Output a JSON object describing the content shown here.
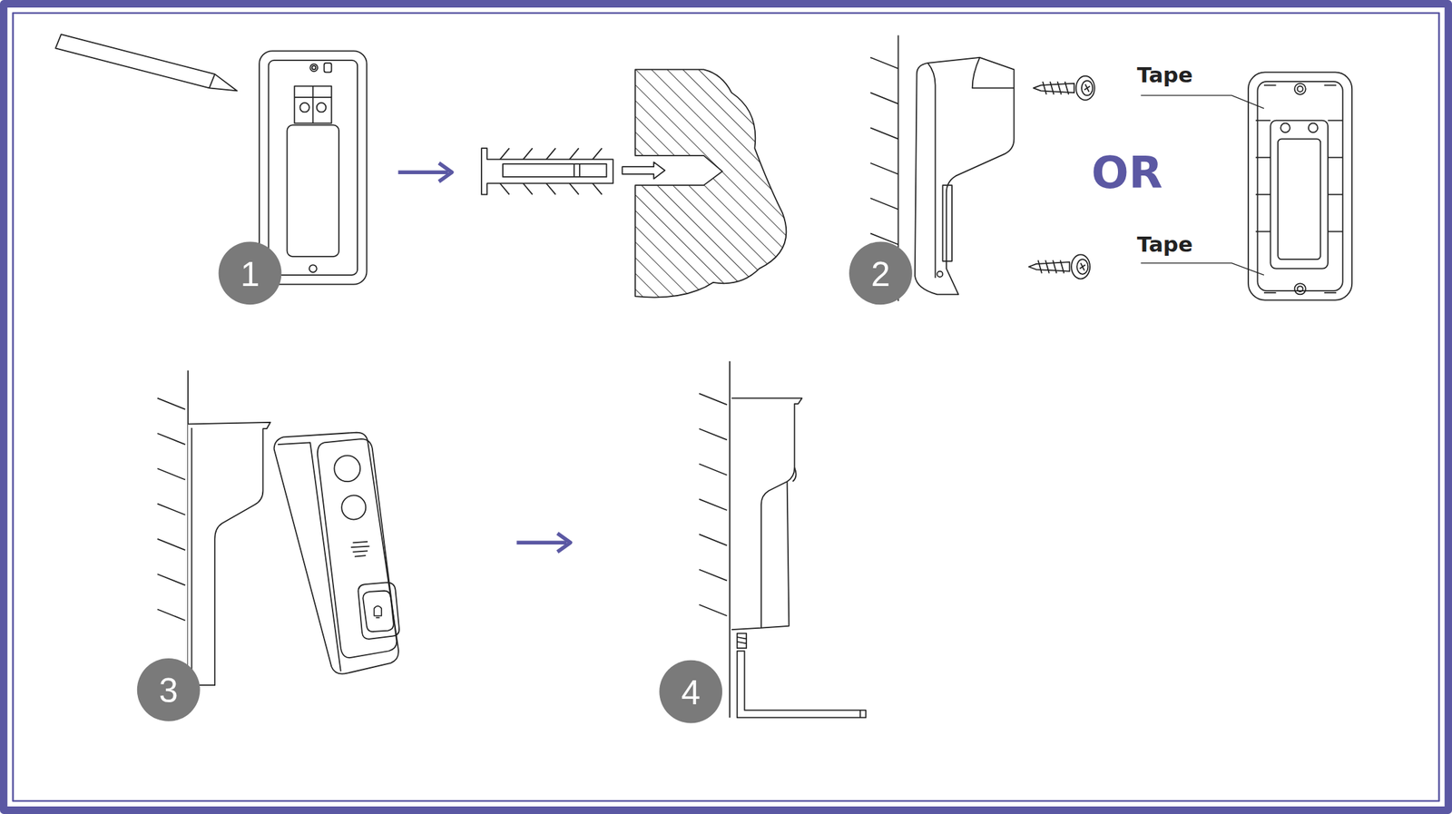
{
  "diagram": {
    "labels": [
      "1",
      "2",
      "OR",
      "Tape",
      "Tape",
      "3",
      "4"
    ]
  }
}
